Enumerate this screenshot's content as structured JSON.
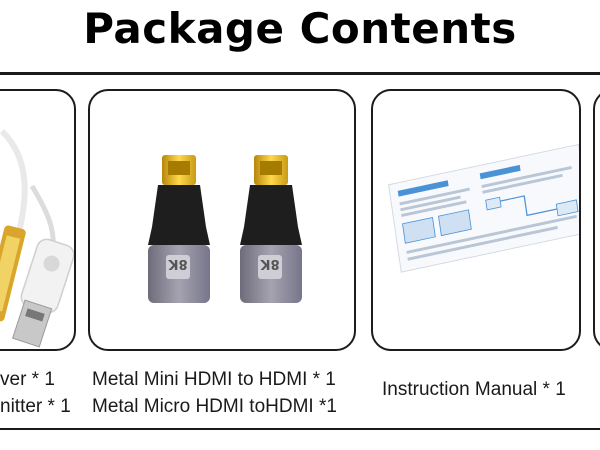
{
  "page": {
    "title": "Package Contents"
  },
  "items": [
    {
      "caption_lines": [
        "ver * 1",
        "nitter * 1"
      ],
      "icon": "hdmi-cable-icon"
    },
    {
      "caption_lines": [
        "Metal Mini HDMI to HDMI * 1",
        "Metal Micro HDMI toHDMI *1"
      ],
      "icon": "hdmi-adapter-icon",
      "badge": "8K"
    },
    {
      "caption_lines": [
        "Instruction Manual * 1"
      ],
      "icon": "manual-sheet-icon"
    }
  ],
  "colors": {
    "border": "#1c1c1c",
    "gold": "#e5b521",
    "adapter_dark": "#1e1e1e",
    "adapter_metal": "#8d8b99",
    "cable_white": "#eeeeee",
    "manual_blue": "#4a92d6"
  }
}
